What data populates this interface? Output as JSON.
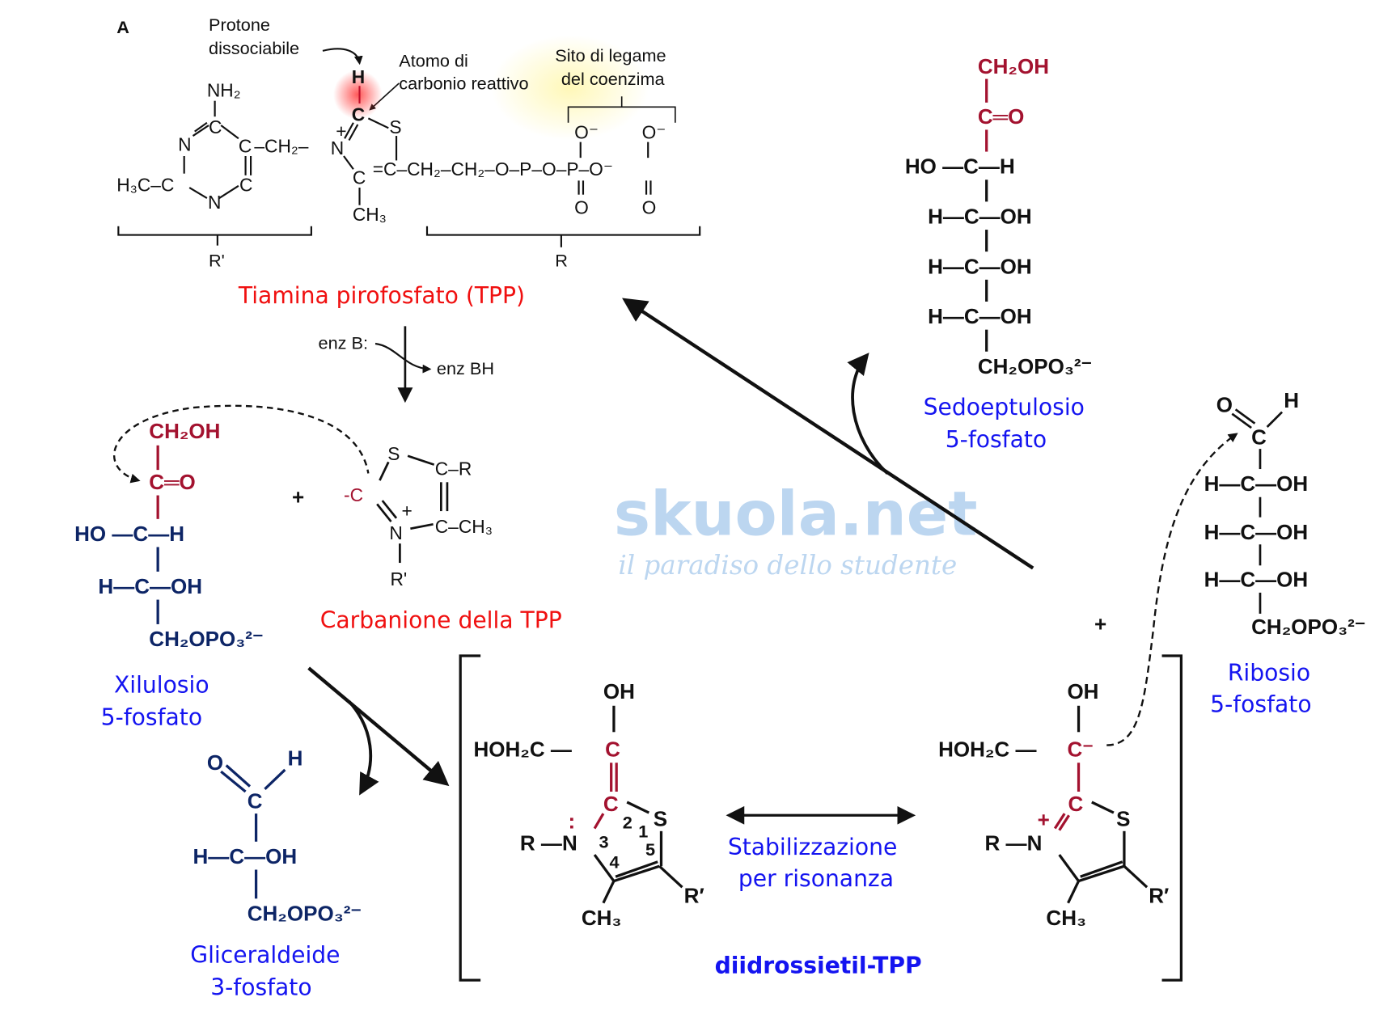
{
  "colors": {
    "structure_dark_red": "#a3122f",
    "structure_navy": "#0d2566",
    "caption_blue": "#1414f0",
    "caption_red": "#f01010",
    "highlight": "#ff3b3b"
  },
  "watermark": {
    "brand": "skuola.net",
    "tagline": "il paradiso dello studente"
  },
  "tpp_panel": {
    "panel_letter": "A",
    "proton_label": [
      "Protone",
      "dissociabile"
    ],
    "reactive_carbon_label": [
      "Atomo di",
      "carbonio reattivo"
    ],
    "binding_site_label": [
      "Sito di legame",
      "del coenzima"
    ],
    "atoms": {
      "nh2": "NH₂",
      "c_top": "C",
      "n_left": "N",
      "c_right": "C",
      "ch2_link": "–CH₂–",
      "n_plus": "N",
      "plus": "+",
      "h3c": "H₃C–C",
      "n_bottom": "N",
      "c_bottom": "C",
      "h_red": "H",
      "c_red": "C",
      "s": "S",
      "c4": "C",
      "chain": "=C–CH₂–CH₂–O–P–O–P–O⁻",
      "ch3": "CH₃",
      "o_minus_1": "O⁻",
      "o_minus_2": "O⁻",
      "o_1": "O",
      "o_2": "O"
    },
    "r_prime_label": "R'",
    "r_label": "R",
    "title": "Tiamina pirofosfato (TPP)"
  },
  "enzyme_step": {
    "base": "enz B:",
    "protonated": "enz BH"
  },
  "xylulose": {
    "atoms": [
      "CH₂OH",
      "C═O",
      "HO —C—H",
      "H—C—OH",
      "CH₂OPO₃²⁻"
    ],
    "name": [
      "Xilulosio",
      "5-fosfato"
    ]
  },
  "plus_1": "+",
  "carbanion": {
    "atoms": {
      "c_minus": "-C",
      "s": "S",
      "c_r": "C–R",
      "n_plus": "N",
      "plus": "+",
      "c_ch3": "C–CH₃",
      "r_prime": "R'"
    },
    "name": "Carbanione della TPP"
  },
  "glyceraldehyde": {
    "atoms": {
      "o": "O",
      "h": "H",
      "c": "C",
      "hcoh": "H—C—OH",
      "phosphate": "CH₂OPO₃²⁻"
    },
    "name": [
      "Gliceraldeide",
      "3-fosfato"
    ]
  },
  "intermediate_left": {
    "atoms": {
      "oh": "OH",
      "hoh2c": "HOH₂C —",
      "c1": "C",
      "c2": "C",
      "s": "S",
      "rn": "R —N",
      "ch3": "CH₃",
      "r_prime": "R′",
      "lone_pair": ":"
    },
    "ring_numbers": [
      "1",
      "2",
      "3",
      "4",
      "5"
    ]
  },
  "resonance_label": [
    "Stabilizzazione",
    "per risonanza"
  ],
  "intermediate_right": {
    "atoms": {
      "oh": "OH",
      "hoh2c": "HOH₂C —",
      "c1": "C⁻",
      "c2": "C",
      "s": "S",
      "plus": "+",
      "rn": "R —N",
      "ch3": "CH₃",
      "r_prime": "R′"
    }
  },
  "intermediate_name": "diidrossietil-TPP",
  "plus_2": "+",
  "ribose": {
    "atoms": {
      "o": "O",
      "h": "H",
      "c": "C",
      "row1": "H—C—OH",
      "row2": "H—C—OH",
      "row3": "H—C—OH",
      "phosphate": "CH₂OPO₃²⁻"
    },
    "name": [
      "Ribosio",
      "5-fosfato"
    ]
  },
  "sedoheptulose": {
    "atoms": [
      "CH₂OH",
      "C═O",
      "HO —C—H",
      "H—C—OH",
      "H—C—OH",
      "H—C—OH",
      "CH₂OPO₃²⁻"
    ],
    "name": [
      "Sedoeptulosio",
      "5-fosfato"
    ]
  }
}
